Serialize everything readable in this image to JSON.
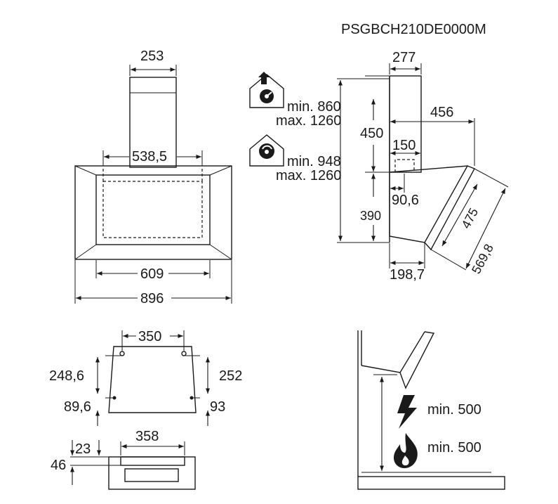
{
  "model_code": "PSGBCH210DE0000M",
  "front_view": {
    "chimney_width": "253",
    "inner_span": "538,5",
    "inner_width": "609",
    "total_width": "896"
  },
  "extraction": {
    "duct_min": "min. 860",
    "duct_max": "max. 1260",
    "recirc_min": "min. 948",
    "recirc_max": "max. 1260",
    "duct_icon": "ducted-extraction-house-icon",
    "recirc_icon": "recirculation-house-icon"
  },
  "side_view": {
    "chimney_depth": "277",
    "chimney_height": "450",
    "total_depth": "456",
    "outlet_depth": "150",
    "outlet_height": "90,6",
    "body_height": "390",
    "glass_height": "475",
    "glass_length": "569,8",
    "base_depth": "198,7"
  },
  "bracket_view": {
    "hole_spacing": "350",
    "left_height": "248,6",
    "right_height": "252",
    "left_offset": "89,6",
    "right_offset": "93"
  },
  "wall_bracket": {
    "width": "358",
    "thickness": "23",
    "height": "46"
  },
  "clearance": {
    "electric_label": "min. 500",
    "gas_label": "min. 500",
    "electric_icon": "lightning-bolt-icon",
    "gas_icon": "gas-flame-icon"
  }
}
